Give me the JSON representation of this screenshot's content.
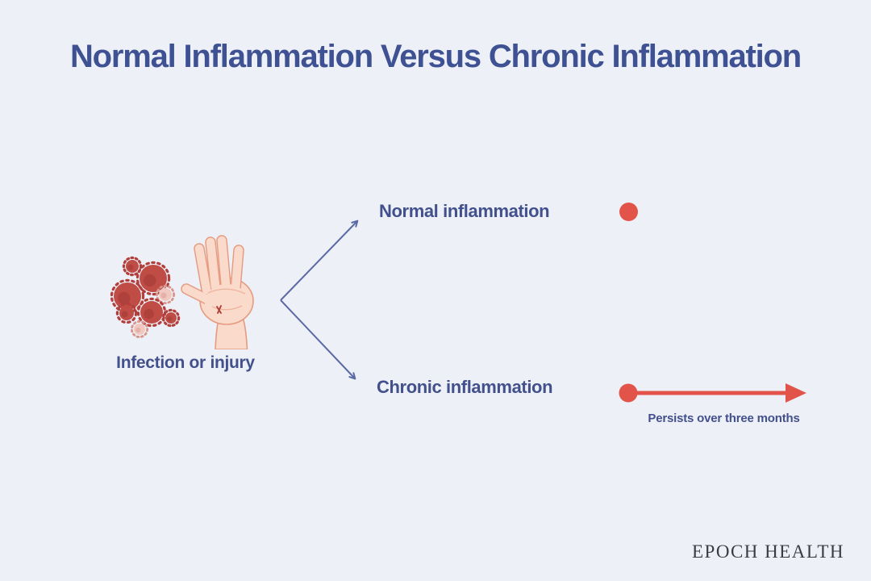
{
  "page": {
    "title": "Normal Inflammation Versus Chronic Inflammation"
  },
  "diagram": {
    "cause_label": "Infection or injury",
    "branches": [
      {
        "label": "Normal inflammation",
        "duration_marker": "dot"
      },
      {
        "label": "Chronic inflammation",
        "duration_marker": "dot-with-arrow",
        "annotation": "Persists over three months"
      }
    ]
  },
  "branding": {
    "logo_text": "EPOCH HEALTH"
  },
  "colors": {
    "background": "#eef0f8",
    "title_text": "#3e5192",
    "label_text": "#42508c",
    "connector_blue": "#5a6aa4",
    "accent_red": "#e2544a",
    "logo_text": "#3b3b43"
  }
}
